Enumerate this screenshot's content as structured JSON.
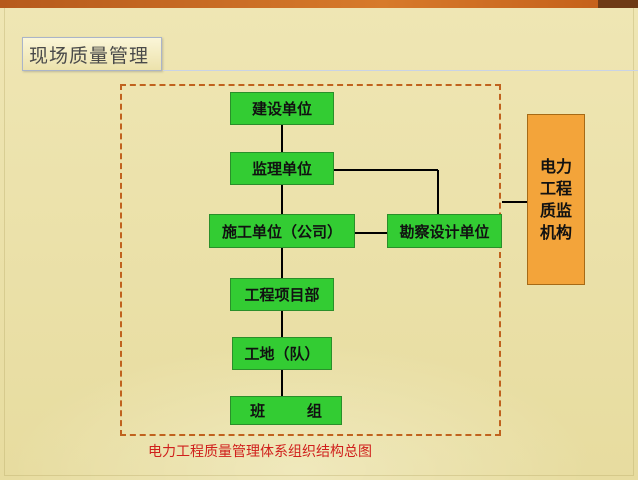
{
  "title": "现场质量管理",
  "nodes": {
    "jianshe": "建设单位",
    "jianli": "监理单位",
    "shigong": "施工单位（公司）",
    "kancha": "勘察设计单位",
    "xiangmu": "工程项目部",
    "gongdi": "工地（队）",
    "banzu": "班        组"
  },
  "agency": "电力工程质监机构",
  "caption": "电力工程质量管理体系组织结构总图",
  "colors": {
    "node_fill": "#33cc33",
    "agency_fill": "#f3a43a",
    "dashed_border": "#c0621e",
    "caption_text": "#d0201c"
  }
}
